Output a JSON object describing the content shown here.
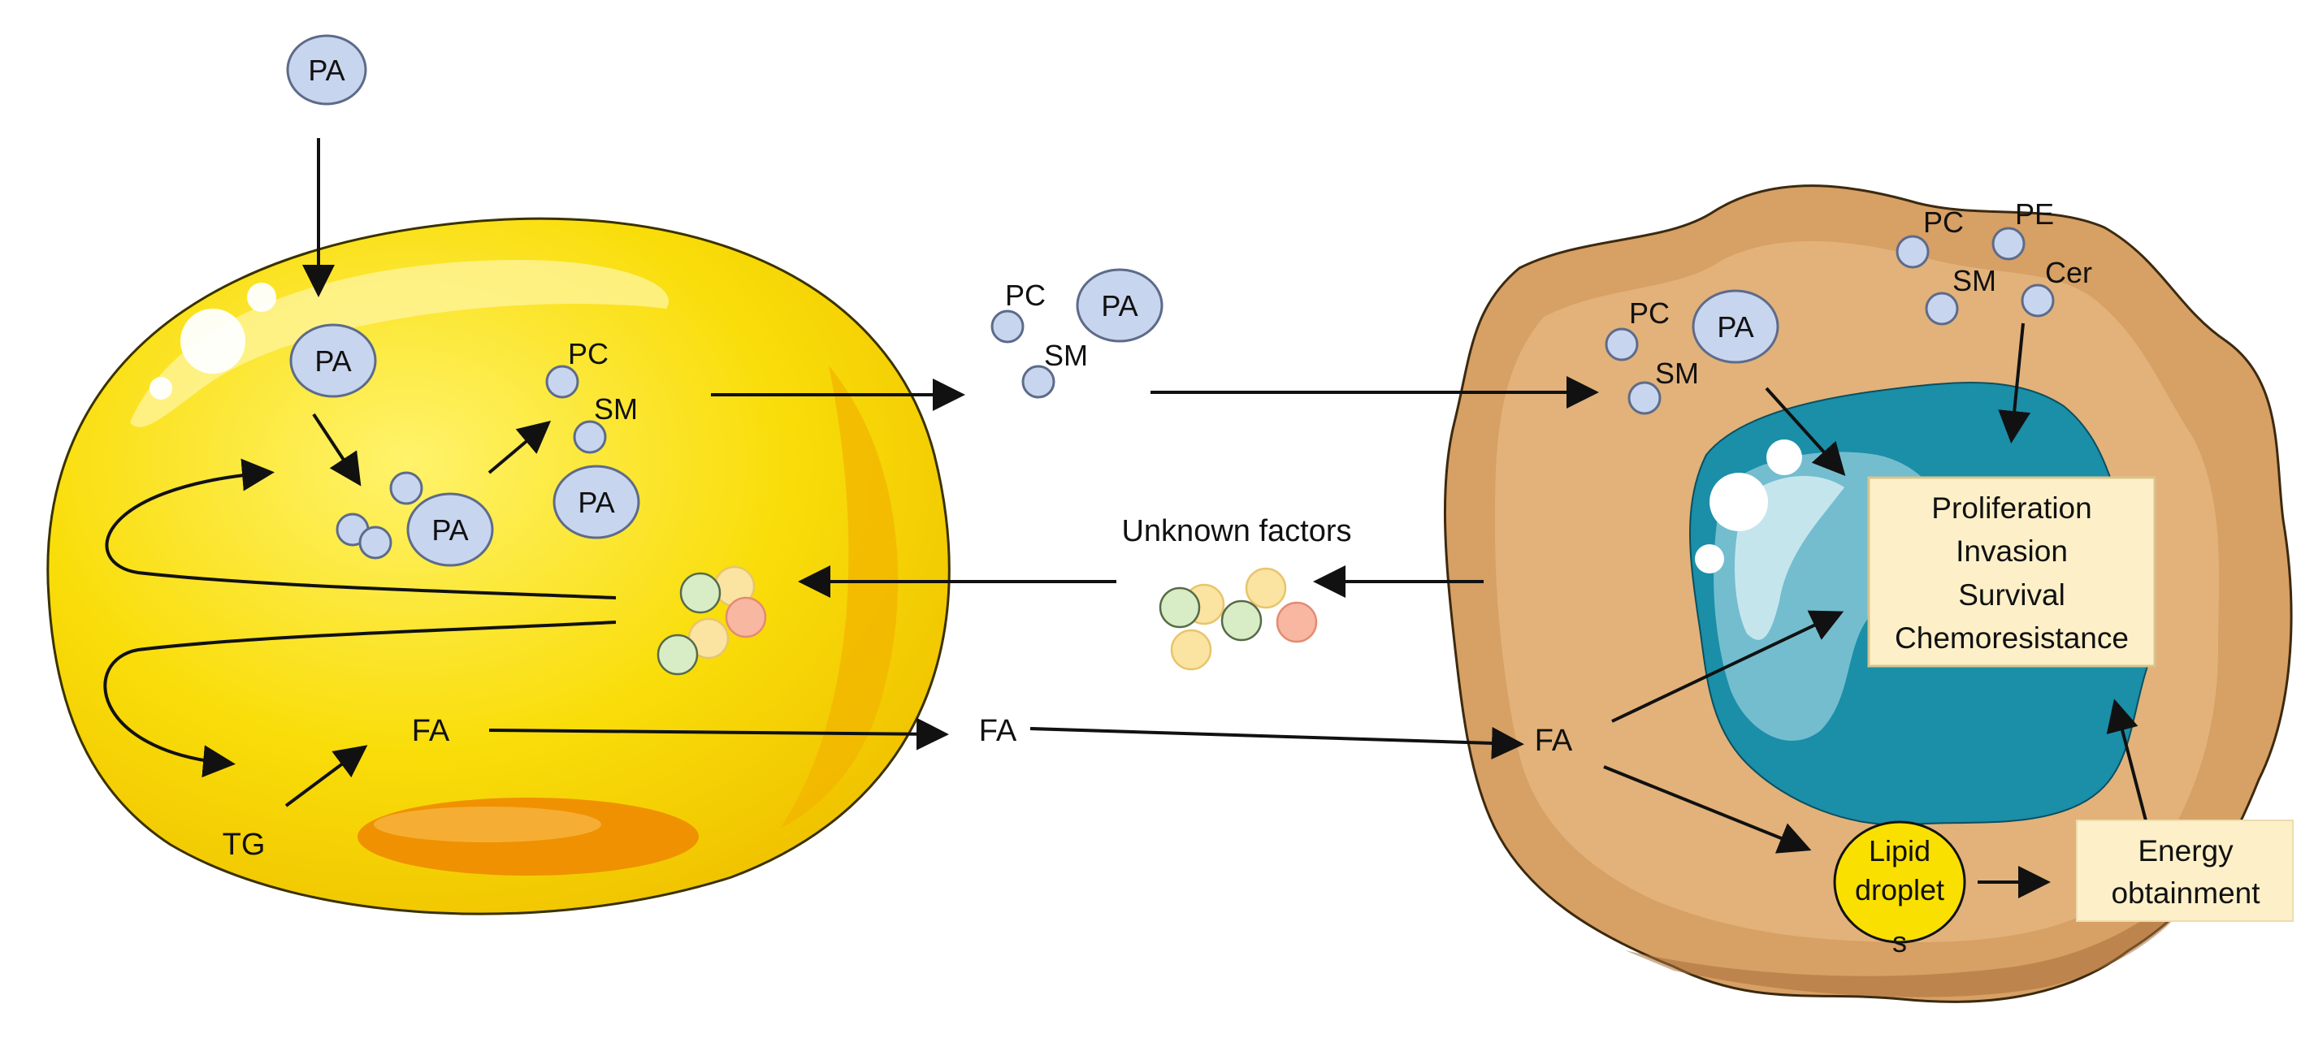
{
  "labels": {
    "pa": "PA",
    "pc": "PC",
    "sm": "SM",
    "pe": "PE",
    "cer": "Cer",
    "fa": "FA",
    "tg": "TG",
    "unknown_factors": "Unknown factors"
  },
  "outcomes_box": {
    "lines": [
      "Proliferation",
      "Invasion",
      "Survival",
      "Chemoresistance"
    ]
  },
  "lipid_droplets": {
    "lines": [
      "Lipid",
      "droplet",
      "s"
    ]
  },
  "energy_box": {
    "lines": [
      "Energy",
      "obtainment"
    ]
  },
  "colors": {
    "adipocyte_fill": "#f9dd09",
    "adipocyte_dark": "#f2a200",
    "cancer_cell_fill": "#d9a56c",
    "cancer_cell_inner": "#e4b985",
    "nucleus_fill": "#1c93ad",
    "nucleus_light": "#7fc4d4",
    "vesicle_fill": "#c8d5ee",
    "vesicle_stroke": "#5d6b8a",
    "box_fill": "#fdf0c8"
  }
}
